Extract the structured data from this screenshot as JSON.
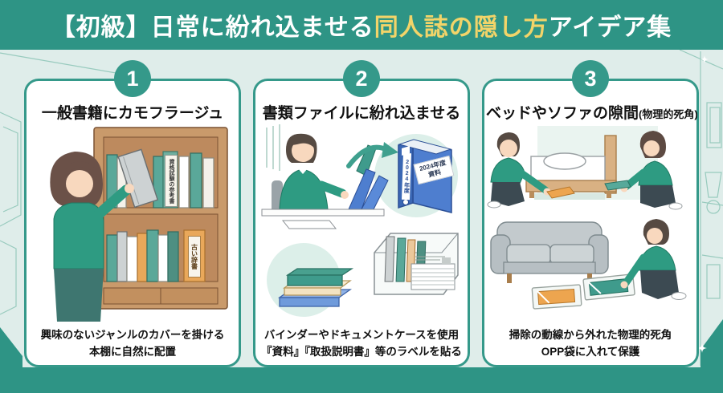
{
  "title": {
    "part1": "【初級】日常に紛れ込ませる",
    "part2": "同人誌の隠し方",
    "part3": "アイデア集"
  },
  "panels": [
    {
      "number": "1",
      "heading": "一般書籍にカモフラージュ",
      "captions": [
        "興味のないジャンルのカバーを掛ける",
        "本棚に自然に配置"
      ],
      "book_labels": {
        "reference": "資格試験の参考書",
        "dictionary": "古い辞書"
      }
    },
    {
      "number": "2",
      "heading": "書類ファイルに紛れ込ませる",
      "captions": [
        "バインダーやドキュメントケースを使用",
        "『資料』『取扱説明書』等のラベルを貼る"
      ],
      "binder_labels": {
        "spine": "2024年度",
        "front_line1": "2024年度",
        "front_line2": "資料"
      }
    },
    {
      "number": "3",
      "heading": "ベッドやソファの隙間",
      "heading_sub": "(物理的死角)",
      "captions": [
        "掃除の動線から外れた物理的死角",
        "OPP袋に入れて保護"
      ]
    }
  ],
  "colors": {
    "teal": "#2E9485",
    "teal_border": "#35998A",
    "mint_bg": "#DFEDEA",
    "highlight_yellow": "#F2D469",
    "binder_blue": "#4E7ECF"
  }
}
